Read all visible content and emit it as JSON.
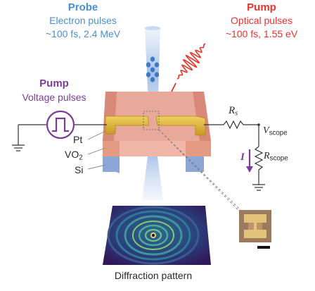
{
  "probe": {
    "title": "Probe",
    "line1": "Electron pulses",
    "line2": "~100 fs, 2.4 MeV"
  },
  "pump_optical": {
    "title": "Pump",
    "line1": "Optical pulses",
    "line2": "~100 fs, 1.55 eV"
  },
  "pump_voltage": {
    "title": "Pump",
    "line1": "Voltage pulses"
  },
  "layers": {
    "pt": "Pt",
    "vo2": "VO",
    "vo2_sub": "2",
    "si": "Si"
  },
  "circuit": {
    "rs": "R",
    "rs_sub": "s",
    "vscope": "V",
    "vscope_sub": "scope",
    "current": "I",
    "rscope": "R",
    "rscope_sub": "scope"
  },
  "caption": "Diffraction pattern",
  "colors": {
    "probe": "#4a8fd0",
    "pump_optical": "#e8332b",
    "pump_voltage": "#7b3b99",
    "substrate_top": "#e8a99a",
    "substrate_side": "#e59a84",
    "si_blue": "#8ea6d6",
    "gold": "#d9b23a",
    "brown_pad": "#9c7a5e"
  }
}
